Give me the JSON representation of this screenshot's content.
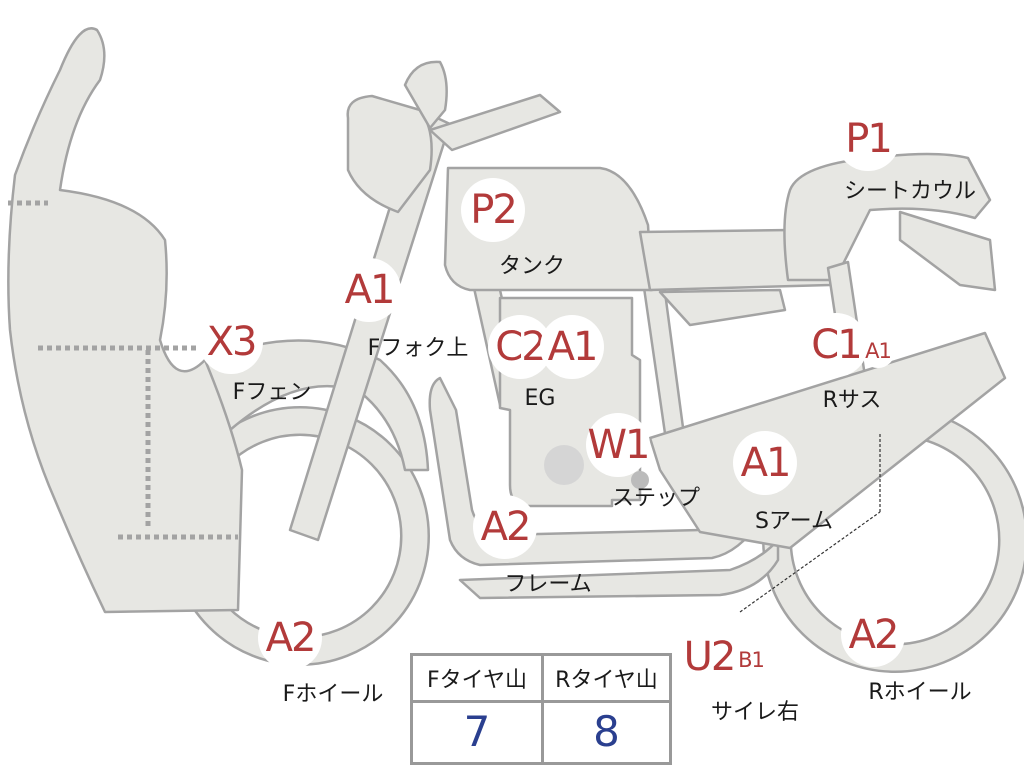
{
  "parts": [
    {
      "key": "fcowl_code",
      "code": "X3",
      "label": "Fフェン"
    },
    {
      "key": "ffork",
      "code": "A1",
      "label": "Fフォク上"
    },
    {
      "key": "tank",
      "code": "P2",
      "label": "タンク"
    },
    {
      "key": "engine_c2",
      "code": "C2",
      "label": "EG"
    },
    {
      "key": "engine_a1",
      "code": "A1",
      "label": ""
    },
    {
      "key": "seatcowl",
      "code": "P1",
      "label": "シートカウル"
    },
    {
      "key": "rsus",
      "code": "C1",
      "label": "Rサス"
    },
    {
      "key": "rsus_sub",
      "code": "A1",
      "label": ""
    },
    {
      "key": "step",
      "code": "W1",
      "label": "ステップ"
    },
    {
      "key": "sarm",
      "code": "A1",
      "label": "Sアーム"
    },
    {
      "key": "frame",
      "code": "A2",
      "label": "フレーム"
    },
    {
      "key": "fwheel",
      "code": "A2",
      "label": "Fホイール"
    },
    {
      "key": "silencer",
      "code": "U2",
      "label": "サイレ右"
    },
    {
      "key": "silencer_sub",
      "code": "B1",
      "label": ""
    },
    {
      "key": "rwheel",
      "code": "A2",
      "label": "Rホイール"
    }
  ],
  "tire_table": {
    "front_header": "Fタイヤ山",
    "rear_header": "Rタイヤ山",
    "front_value": "7",
    "rear_value": "8"
  },
  "colors": {
    "body_fill": "#e7e7e3",
    "outline": "#a3a3a3",
    "code_text": "#b23a3a",
    "value_text": "#2a3f8f"
  }
}
